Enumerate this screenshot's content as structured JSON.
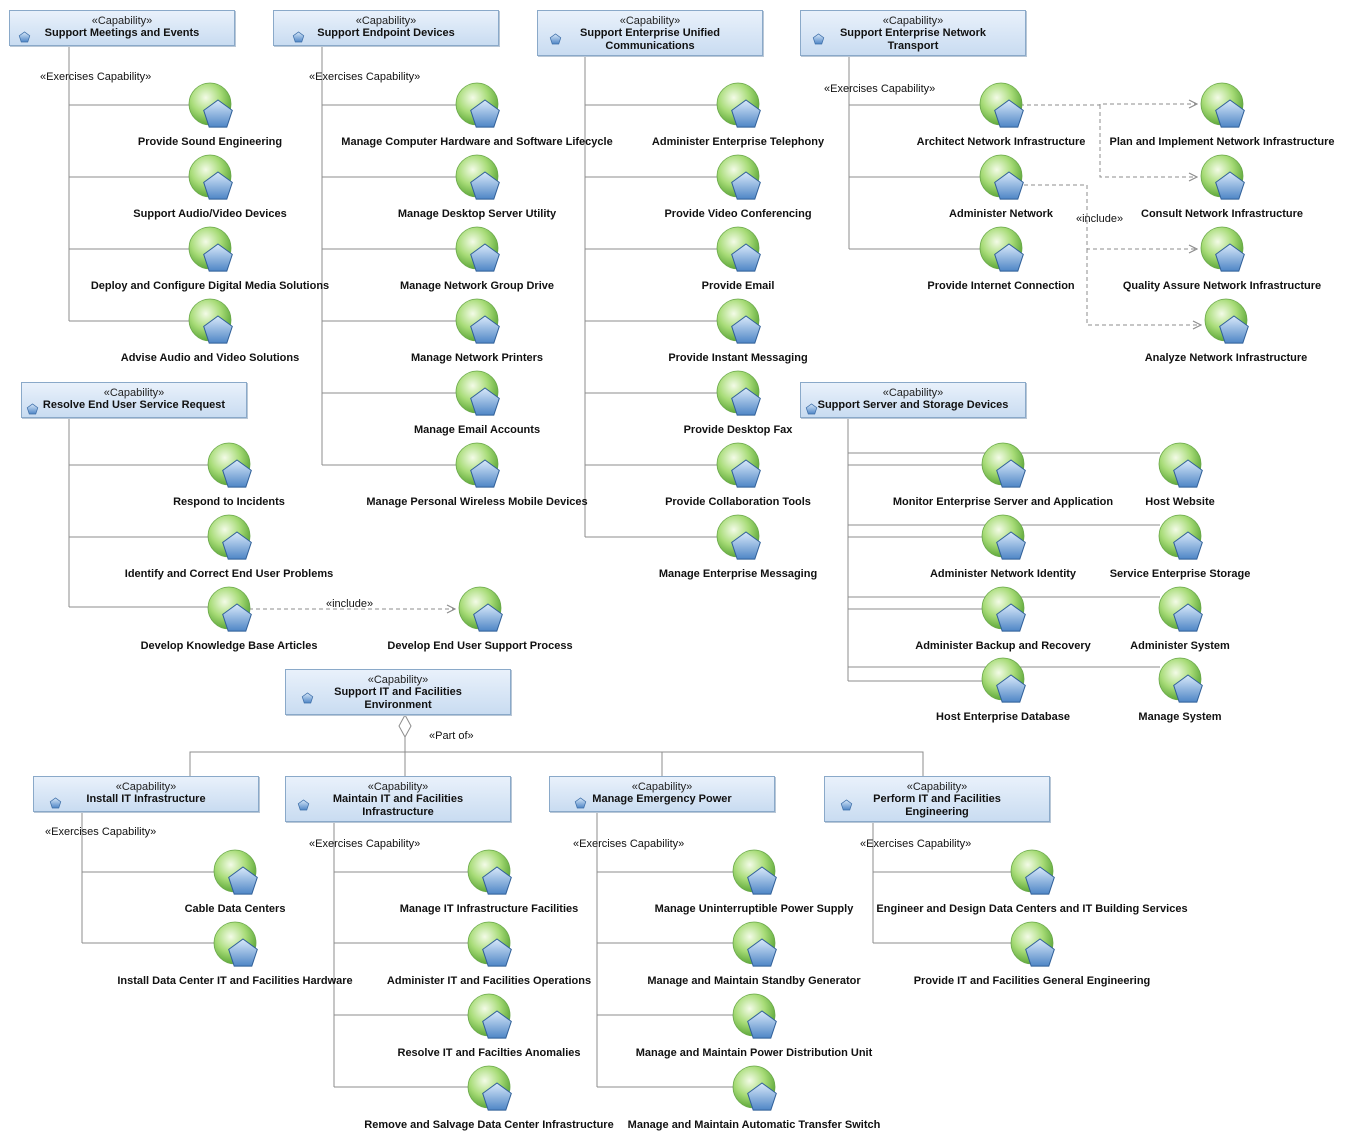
{
  "stereotype": "«Capability»",
  "labels": {
    "exercises": "«Exercises Capability»",
    "include": "«include»",
    "part_of": "«Part of»"
  },
  "colors": {
    "connector": "#8c8c8c",
    "box_fill_top": "#e9f1fb",
    "box_fill_bottom": "#c9dcf1",
    "box_border": "#8aa9c9",
    "sphere": "#8fcf5a",
    "pentagon": "#6f9fd6"
  },
  "icons": {
    "capability": "pentagon-icon",
    "service_capability": "green-sphere-with-pentagon-icon"
  },
  "capabilities": [
    {
      "id": "meetings",
      "lines": [
        "Support Meetings and Events"
      ]
    },
    {
      "id": "endpoint",
      "lines": [
        "Support Endpoint Devices"
      ]
    },
    {
      "id": "unified",
      "lines": [
        "Support Enterprise Unified",
        "Communications"
      ]
    },
    {
      "id": "network",
      "lines": [
        "Support Enterprise Network",
        "Transport"
      ]
    },
    {
      "id": "enduser",
      "lines": [
        "Resolve End User Service Request"
      ]
    },
    {
      "id": "server",
      "lines": [
        "Support Server and Storage Devices"
      ]
    },
    {
      "id": "facilities",
      "lines": [
        "Support IT and Facilities",
        "Environment"
      ]
    },
    {
      "id": "install",
      "lines": [
        "Install IT Infrastructure"
      ]
    },
    {
      "id": "maintain",
      "lines": [
        "Maintain IT and Facilities",
        "Infrastructure"
      ]
    },
    {
      "id": "power",
      "lines": [
        "Manage Emergency Power"
      ]
    },
    {
      "id": "engineering",
      "lines": [
        "Perform IT and Facilities",
        "Engineering"
      ]
    }
  ],
  "services": [
    "Provide Sound Engineering",
    "Support Audio/Video Devices",
    "Deploy and Configure Digital Media Solutions",
    "Advise Audio and Video Solutions",
    "Manage Computer Hardware and Software Lifecycle",
    "Manage Desktop Server Utility",
    "Manage Network Group Drive",
    "Manage Network Printers",
    "Manage Email Accounts",
    "Manage Personal Wireless Mobile Devices",
    "Administer Enterprise Telephony",
    "Provide Video Conferencing",
    "Provide Email",
    "Provide Instant Messaging",
    "Provide Desktop Fax",
    "Provide Collaboration Tools",
    "Manage Enterprise Messaging",
    "Architect Network Infrastructure",
    "Administer Network",
    "Provide Internet Connection",
    "Plan and Implement Network Infrastructure",
    "Consult Network Infrastructure",
    "Quality Assure Network Infrastructure",
    "Analyze Network Infrastructure",
    "Respond to Incidents",
    "Identify and Correct End User Problems",
    "Develop Knowledge Base Articles",
    "Develop End User Support Process",
    "Monitor Enterprise Server and Application",
    "Administer Network Identity",
    "Administer Backup and Recovery",
    "Host Enterprise Database",
    "Host Website",
    "Service Enterprise Storage",
    "Administer System",
    "Manage System",
    "Cable Data Centers",
    "Install Data Center IT and Facilities Hardware",
    "Manage IT Infrastructure Facilities",
    "Administer IT and Facilities Operations",
    "Resolve IT and Facilties Anomalies",
    "Remove and Salvage Data Center Infrastructure",
    "Manage Uninterruptible Power Supply",
    "Manage and Maintain Standby Generator",
    "Manage and Maintain Power Distribution Unit",
    "Manage and Maintain Automatic Transfer Switch",
    "Engineer and Design Data Centers and IT Building Services",
    "Provide IT and Facilities General Engineering"
  ]
}
